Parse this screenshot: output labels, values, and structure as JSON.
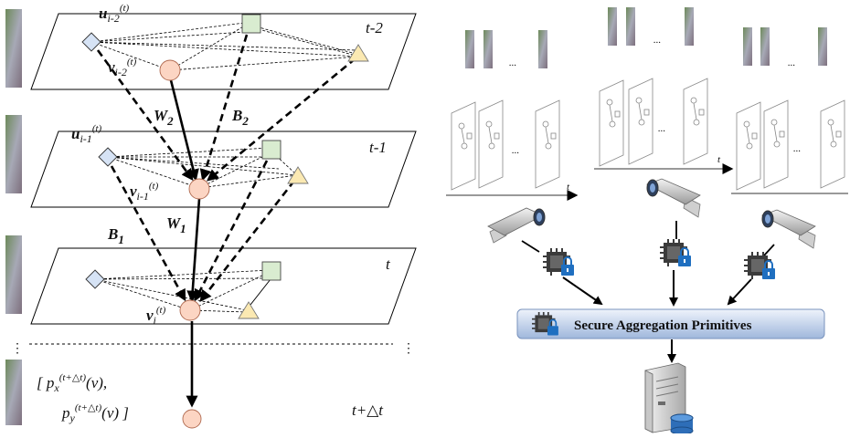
{
  "left_panel": {
    "planes": [
      {
        "time_label": "t-2",
        "u_label": "u",
        "u_sub": "i-2",
        "u_sup": "(t)",
        "v_label": "v",
        "v_sub": "i-2",
        "v_sup": "(t)"
      },
      {
        "time_label": "t-1",
        "u_label": "u",
        "u_sub": "i-1",
        "u_sup": "(t)",
        "v_label": "v",
        "v_sub": "i-1",
        "v_sup": "(t)"
      },
      {
        "time_label": "t",
        "v_label": "v",
        "v_sub": "i",
        "v_sup": "(t)"
      }
    ],
    "weights": {
      "w2": "W",
      "w2_sub": "2",
      "b2": "B",
      "b2_sub": "2",
      "w1": "W",
      "w1_sub": "1",
      "b1": "B",
      "b1_sub": "1"
    },
    "prediction": {
      "open": "[ ",
      "px": "p",
      "px_sub": "x",
      "px_sup": "(t+△t)",
      "px_arg": "(v),",
      "py": "p",
      "py_sub": "y",
      "py_sup": "(t+△t)",
      "py_arg": "(v) ]"
    },
    "future_time": "t+△t",
    "ellipsis": "⋮"
  },
  "right_panel": {
    "axis_label": "t",
    "ellipsis": "...",
    "banner_label": "Secure Aggregation Primitives",
    "colors": {
      "banner_top": "#e3ecf8",
      "banner_bottom": "#9db5d9",
      "lock_blue": "#1f6fc0"
    },
    "icons": [
      "camera-icon",
      "chip-lock-icon",
      "server-database-icon"
    ]
  }
}
